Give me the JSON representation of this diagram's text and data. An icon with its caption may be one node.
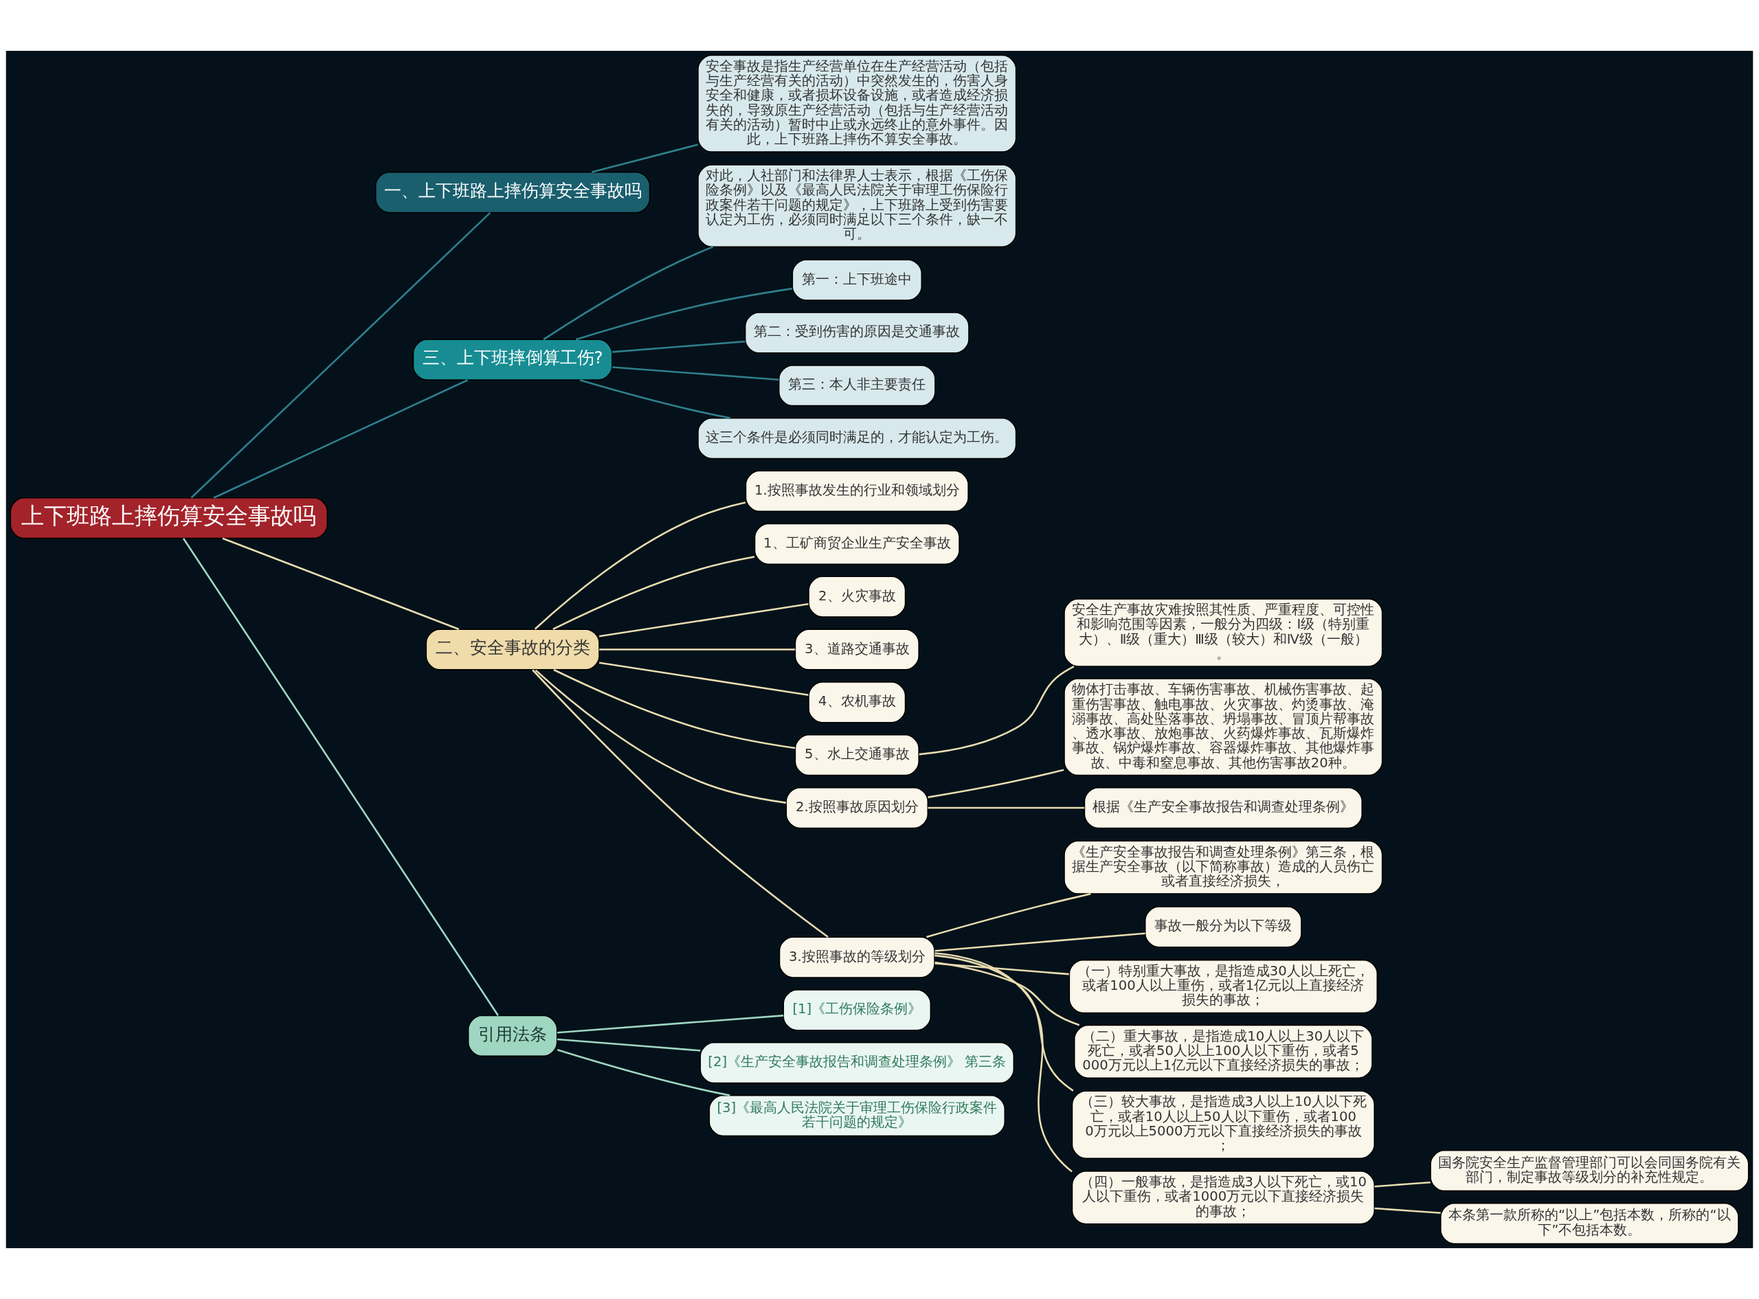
{
  "diagram": {
    "nodes": [
      {
        "text": [
          "上下班路上摔伤算安全事故吗"
        ]
      },
      {
        "text": [
          "一、上下班路上摔伤算安全事故吗"
        ]
      },
      {
        "text": [
          "安全事故是指生产经营单位在生产经营活动（包括与生产经营有关的活动）中突然发生的，伤害人身安全和健康，或者损坏设备设施，或者造成经济损失的，导致原生产经营活动（包括与生产经营活动有关的活动）暂时中止或永远终止的意外事件。因此，上下班路上摔伤不算安全事故。"
        ]
      },
      {
        "text": [
          "三、上下班摔倒算工伤?"
        ]
      },
      {
        "text": [
          "对此，人社部门和法律界人士表示，根据《工伤保险条例》以及《最高人民法院关于审理工伤保险行政案件若干问题的规定》，上下班路上受到伤害要认定为工伤，必须同时满足以下三个条件，缺一不可。"
        ]
      },
      {
        "text": [
          "第一：上下班途中"
        ]
      },
      {
        "text": [
          "第二：受到伤害的原因是交通事故"
        ]
      },
      {
        "text": [
          "第三：本人非主要责任"
        ]
      },
      {
        "text": [
          "这三个条件是必须同时满足的，才能认定为工伤。"
        ]
      },
      {
        "text": [
          "二、安全事故的分类"
        ]
      },
      {
        "text": [
          "1.按照事故发生的行业和领域划分"
        ]
      },
      {
        "text": [
          "1、工矿商贸企业生产安全事故"
        ]
      },
      {
        "text": [
          "2、火灾事故"
        ]
      },
      {
        "text": [
          "3、道路交通事故"
        ]
      },
      {
        "text": [
          "4、农机事故"
        ]
      },
      {
        "text": [
          "5、水上交通事故"
        ]
      },
      {
        "text": [
          "安全生产事故灾难按照其性质、严重程度、可控性和影响范围等因素，一般分为四级：Ⅰ级（特别重大）、Ⅱ级（重大）Ⅲ级（较大）和Ⅳ级（一般）。"
        ]
      },
      {
        "text": [
          "2.按照事故原因划分"
        ]
      },
      {
        "text": [
          "物体打击事故、车辆伤害事故、机械伤害事故、起重伤害事故、触电事故、火灾事故、灼烫事故、淹溺事故、高处坠落事故、坍塌事故、冒顶片帮事故、透水事故、放炮事故、火药爆炸事故、瓦斯爆炸事故、锅炉爆炸事故、容器爆炸事故、其他爆炸事故、中毒和窒息事故、其他伤害事故20种。"
        ]
      },
      {
        "text": [
          "根据《生产安全事故报告和调查处理条例》"
        ]
      },
      {
        "text": [
          "3.按照事故的等级划分"
        ]
      },
      {
        "text": [
          "《生产安全事故报告和调查处理条例》第三条，根据生产安全事故（以下简称事故）造成的人员伤亡或者直接经济损失，"
        ]
      },
      {
        "text": [
          "事故一般分为以下等级"
        ]
      },
      {
        "text": [
          "（一）特别重大事故，是指造成30人以上死亡，或者100人以上重伤，或者1亿元以上直接经济损失的事故；"
        ]
      },
      {
        "text": [
          "（二）重大事故，是指造成10人以上30人以下死亡，或者50人以上100人以下重伤，或者5000万元以上1亿元以下直接经济损失的事故；"
        ]
      },
      {
        "text": [
          "（三）较大事故，是指造成3人以上10人以下死亡，或者10人以上50人以下重伤，或者1000万元以上5000万元以下直接经济损失的事故；"
        ]
      },
      {
        "text": [
          "（四）一般事故，是指造成3人以下死亡，或10人以下重伤，或者1000万元以下直接经济损失的事故；"
        ]
      },
      {
        "text": [
          "国务院安全生产监督管理部门可以会同国务院有关部门，制定事故等级划分的补充性规定。"
        ]
      },
      {
        "text": [
          "本条第一款所称的“以上”包括本数，所称的“以下”不包括本数。"
        ]
      },
      {
        "text": [
          "引用法条"
        ]
      },
      {
        "text": [
          "[1]《工伤保险条例》"
        ]
      },
      {
        "text": [
          "[2]《生产安全事故报告和调查处理条例》 第三条"
        ]
      },
      {
        "text": [
          "[3]《最高人民法院关于审理工伤保险行政案件若干问题的规定》"
        ]
      }
    ],
    "edges": [
      {
        "from": 0,
        "to": 1,
        "arrow": "none",
        "color": "#2f7f8c"
      },
      {
        "from": 1,
        "to": 2,
        "arrow": "none",
        "color": "#2f7f8c"
      },
      {
        "from": 0,
        "to": 3,
        "arrow": "none",
        "color": "#2f7f8c"
      },
      {
        "from": 3,
        "to": 4,
        "arrow": "none",
        "color": "#2f7f8c"
      },
      {
        "from": 3,
        "to": 5,
        "arrow": "none",
        "color": "#2f7f8c"
      },
      {
        "from": 3,
        "to": 6,
        "arrow": "none",
        "color": "#2f7f8c"
      },
      {
        "from": 3,
        "to": 7,
        "arrow": "none",
        "color": "#2f7f8c"
      },
      {
        "from": 3,
        "to": 8,
        "arrow": "none",
        "color": "#2f7f8c"
      },
      {
        "from": 0,
        "to": 9,
        "arrow": "none"
      },
      {
        "from": 9,
        "to": 10,
        "arrow": "none"
      },
      {
        "from": 9,
        "to": 11,
        "arrow": "none"
      },
      {
        "from": 9,
        "to": 12,
        "arrow": "none"
      },
      {
        "from": 9,
        "to": 13,
        "arrow": "none"
      },
      {
        "from": 9,
        "to": 14,
        "arrow": "none"
      },
      {
        "from": 9,
        "to": 15,
        "arrow": "none"
      },
      {
        "from": 15,
        "to": 16,
        "arrow": "none"
      },
      {
        "from": 9,
        "to": 17,
        "arrow": "none"
      },
      {
        "from": 17,
        "to": 18,
        "arrow": "none"
      },
      {
        "from": 17,
        "to": 19,
        "arrow": "none"
      },
      {
        "from": 9,
        "to": 20,
        "arrow": "none"
      },
      {
        "from": 20,
        "to": 21,
        "arrow": "none"
      },
      {
        "from": 20,
        "to": 22,
        "arrow": "none"
      },
      {
        "from": 20,
        "to": 23,
        "arrow": "none"
      },
      {
        "from": 20,
        "to": 24,
        "arrow": "none"
      },
      {
        "from": 20,
        "to": 25,
        "arrow": "none"
      },
      {
        "from": 20,
        "to": 26,
        "arrow": "none"
      },
      {
        "from": 26,
        "to": 27,
        "arrow": "none"
      },
      {
        "from": 26,
        "to": 28,
        "arrow": "none"
      },
      {
        "from": 0,
        "to": 29,
        "arrow": "none",
        "color": "#9fd6c2"
      },
      {
        "from": 29,
        "to": 30,
        "arrow": "none",
        "color": "#9fd6c2"
      },
      {
        "from": 29,
        "to": 31,
        "arrow": "none",
        "color": "#9fd6c2"
      },
      {
        "from": 29,
        "to": 32,
        "arrow": "none",
        "color": "#9fd6c2"
      }
    ]
  }
}
